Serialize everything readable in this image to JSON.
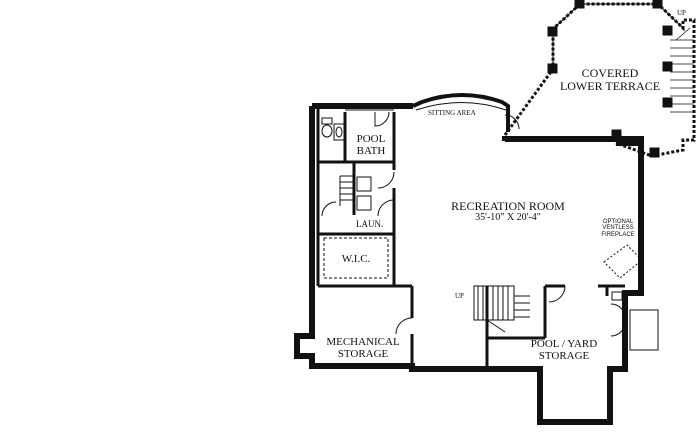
{
  "plan": {
    "rooms": {
      "covered_terrace": [
        "COVERED",
        "LOWER TERRACE"
      ],
      "pool_bath": [
        "POOL",
        "BATH"
      ],
      "laundry": "LAUN.",
      "wic": "W.I.C.",
      "recreation_room": {
        "name": "RECREATION ROOM",
        "dimensions": "35'-10\" X 20'-4\""
      },
      "mechanical_storage": [
        "MECHANICAL",
        "STORAGE"
      ],
      "pool_yard_storage": [
        "POOL / YARD",
        "STORAGE"
      ]
    },
    "notes": {
      "sitting_area": "SITTING AREA",
      "fireplace": [
        "OPTIONAL",
        "VENTLESS",
        "FIREPLACE"
      ],
      "stair_up_main": "UP",
      "stair_up_terrace": "UP"
    },
    "colors": {
      "wall": "#111111",
      "background": "#ffffff"
    }
  }
}
